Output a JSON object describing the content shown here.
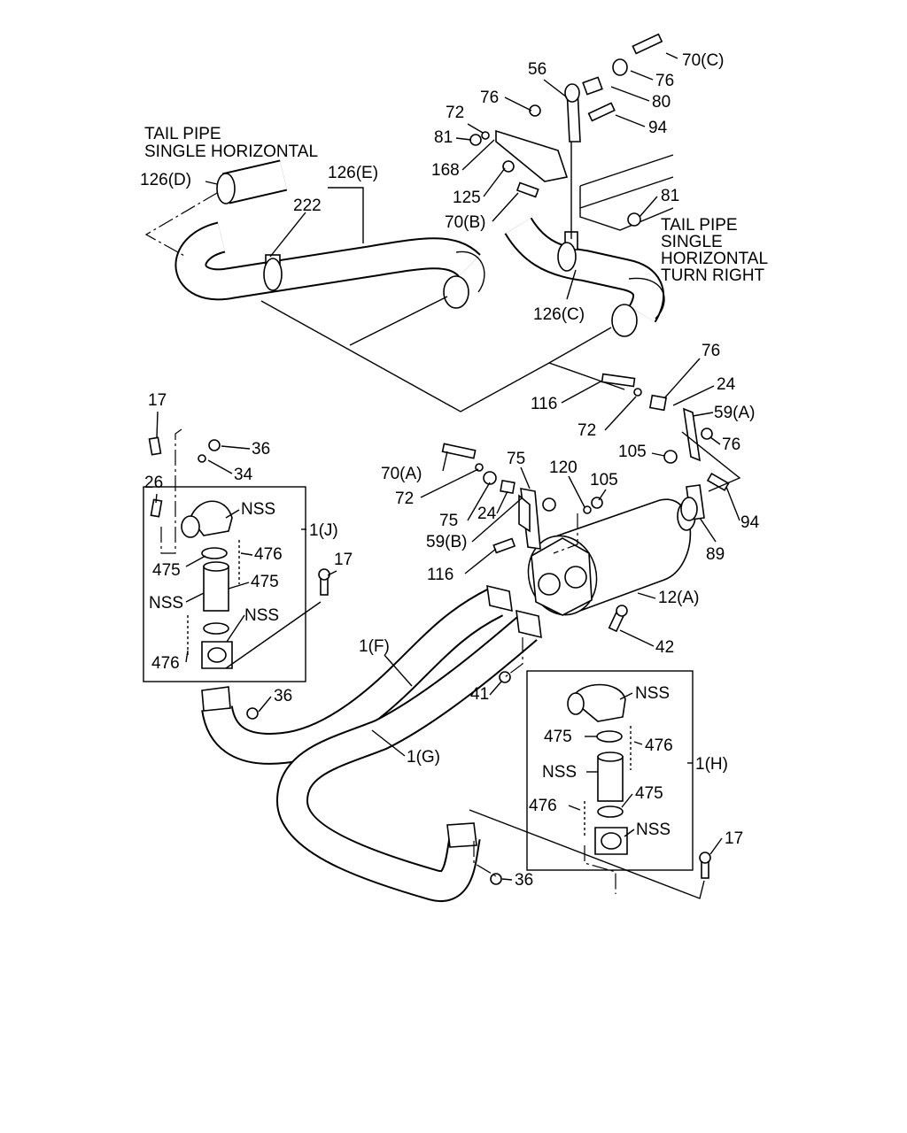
{
  "diagram": {
    "notes": {
      "tail_single_h_line1": "TAIL PIPE",
      "tail_single_h_line2": "SINGLE HORIZONTAL",
      "tail_turn_right_line1": "TAIL PIPE",
      "tail_turn_right_line2": "SINGLE",
      "tail_turn_right_line3": "HORIZONTAL",
      "tail_turn_right_line4": "TURN RIGHT"
    },
    "callouts": {
      "p70c": "70(C)",
      "p56": "56",
      "p76_top": "76",
      "p80": "80",
      "p76_b": "76",
      "p72_top": "72",
      "p94_top": "94",
      "p81_left": "81",
      "p168": "168",
      "p125": "125",
      "p81_right": "81",
      "p70b": "70(B)",
      "p126d": "126(D)",
      "p126e": "126(E)",
      "p222": "222",
      "p126c": "126(C)",
      "p76_mid": "76",
      "p24_mid": "24",
      "p116_top": "116",
      "p59a": "59(A)",
      "p72_mid": "72",
      "p76_right": "76",
      "p105_right": "105",
      "p94_mid": "94",
      "p17_left": "17",
      "p36_top": "36",
      "p34": "34",
      "p26": "26",
      "nss_j1": "NSS",
      "p1j": "1(J)",
      "p475_j1": "475",
      "p476_j1": "476",
      "p17_j": "17",
      "nss_j2": "NSS",
      "p475_j2": "475",
      "nss_j3": "NSS",
      "p476_j2": "476",
      "p70a": "70(A)",
      "p72_low": "72",
      "p75_top": "75",
      "p75_low": "75",
      "p24_low": "24",
      "p120": "120",
      "p105_low": "105",
      "p59b": "59(B)",
      "p116_low": "116",
      "p89": "89",
      "p12a": "12(A)",
      "p42": "42",
      "p1f": "1(F)",
      "p36_mid": "36",
      "p41": "41",
      "p1g": "1(G)",
      "nss_h1": "NSS",
      "p475_h1": "475",
      "p476_h1": "476",
      "p1h": "1(H)",
      "nss_h2": "NSS",
      "p475_h2": "475",
      "p476_h2": "476",
      "nss_h3": "NSS",
      "p17_h": "17",
      "p36_bottom": "36"
    }
  }
}
